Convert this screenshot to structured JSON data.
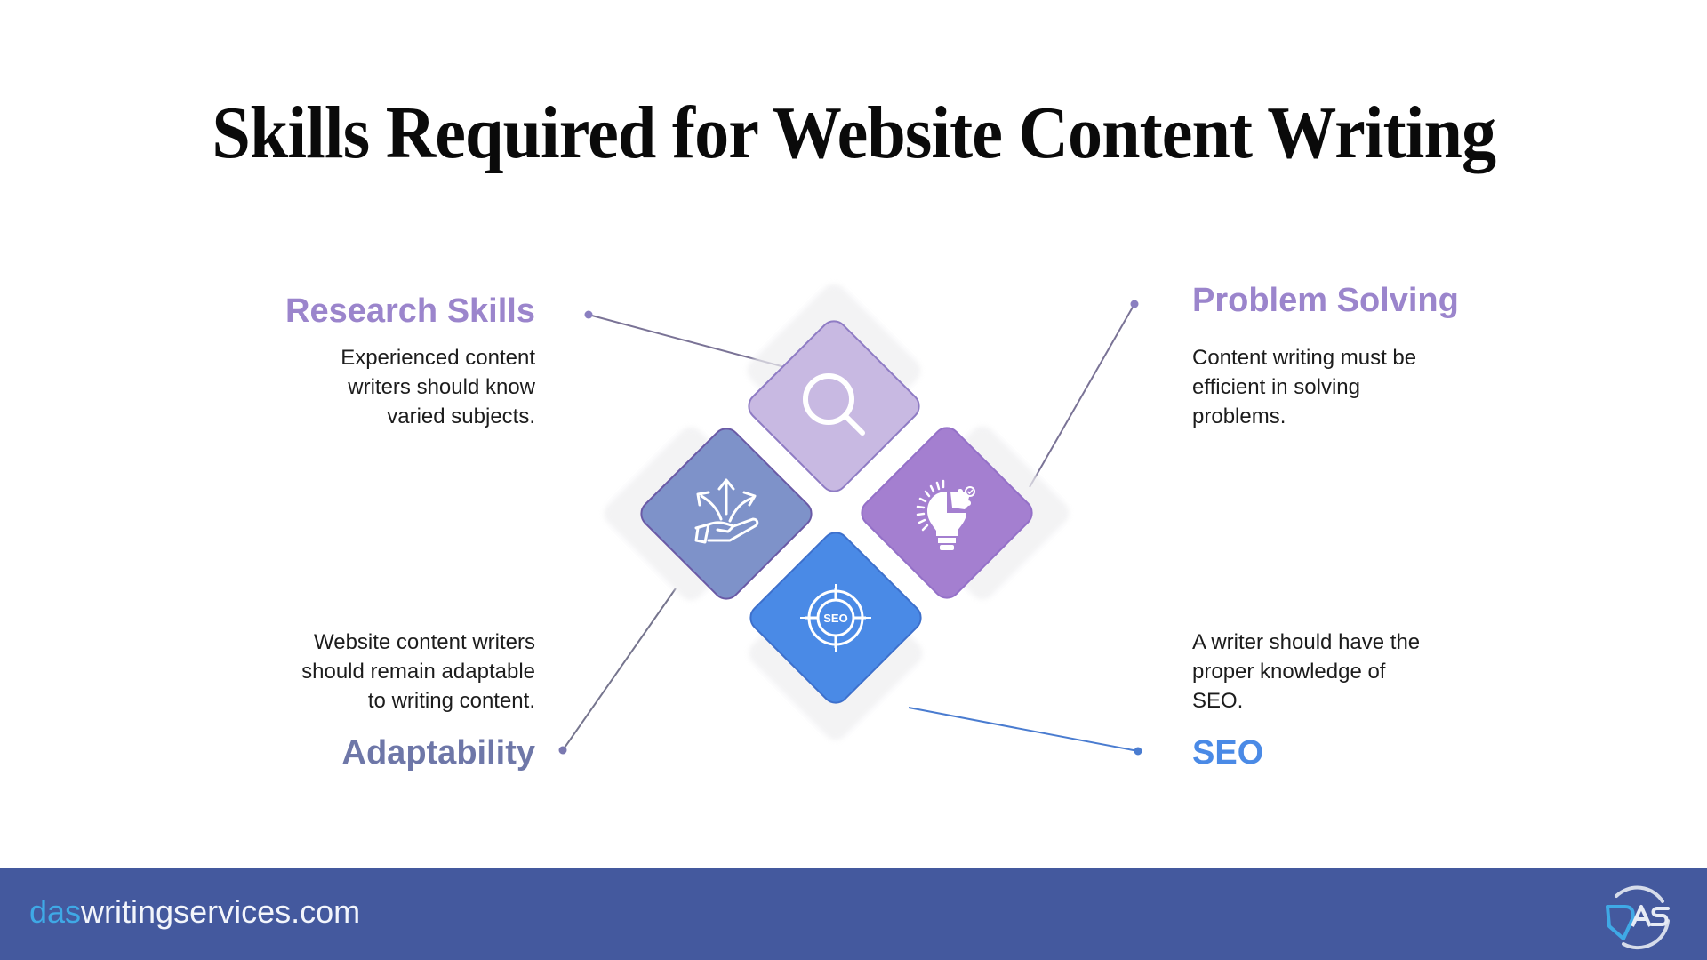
{
  "title": "Skills Required for Website Content Writing",
  "skills": {
    "research": {
      "heading": "Research Skills",
      "description": "Experienced content\nwriters should know\nvaried subjects.",
      "icon": "magnifying-glass-icon",
      "color": "#c8b9e2",
      "heading_color": "#9b85cc"
    },
    "problem": {
      "heading": "Problem Solving",
      "description": "Content writing must be\nefficient in solving\nproblems.",
      "icon": "lightbulb-puzzle-icon",
      "color": "#a47fd0",
      "heading_color": "#9b85cc"
    },
    "adapt": {
      "heading": "Adaptability",
      "description": "Website content writers\nshould remain adaptable\nto writing content.",
      "icon": "hand-arrows-icon",
      "color": "#7e92c9",
      "heading_color": "#6e77a8"
    },
    "seo": {
      "heading": "SEO",
      "description": "A writer should have the\nproper knowledge of\nSEO.",
      "icon": "seo-target-icon",
      "icon_text": "SEO",
      "color": "#4a8ae6",
      "heading_color": "#4a8ae6"
    }
  },
  "footer": {
    "url_accent": "das",
    "url_rest": "writingservices.com",
    "logo_text": "DAS",
    "background": "#44599e",
    "accent_color": "#3fa9e6"
  }
}
